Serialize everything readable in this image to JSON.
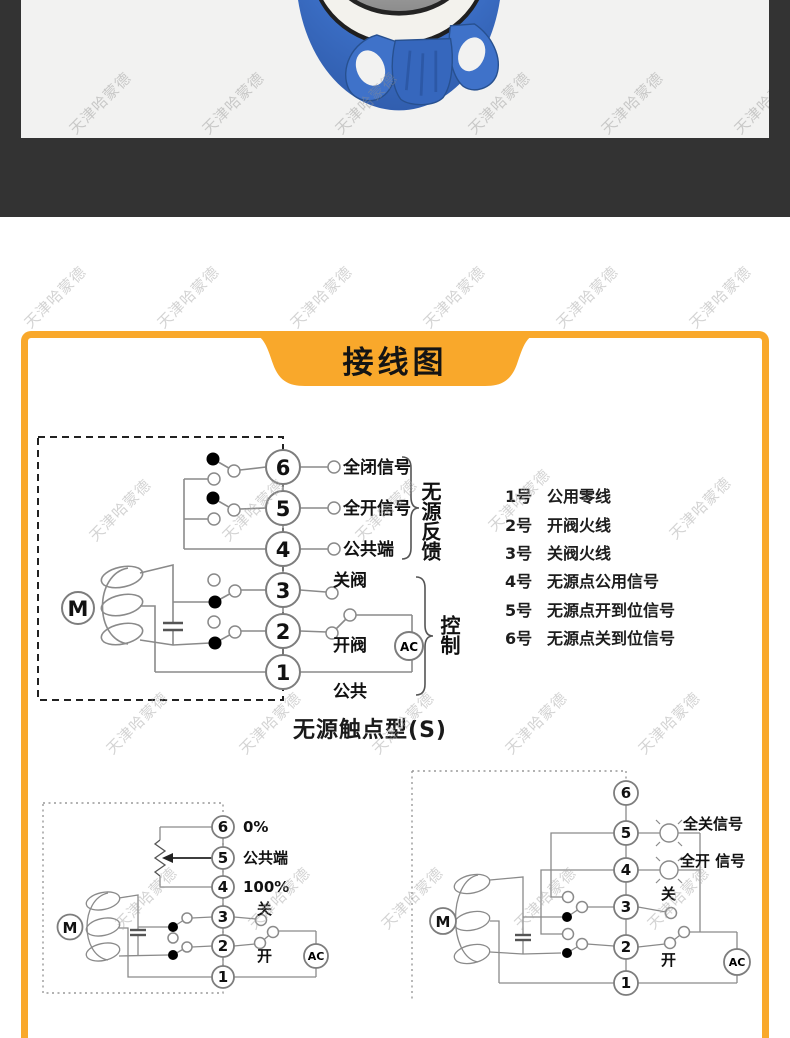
{
  "watermark": {
    "text": "天津哈蒙德"
  },
  "banner": {
    "title": "接线图"
  },
  "main_diagram": {
    "terminals": [
      "6",
      "5",
      "4",
      "3",
      "2",
      "1"
    ],
    "labels": {
      "t6": "全闭信号",
      "t5": "全开信号",
      "t4": "公共端",
      "t3": "关阀",
      "t2": "开阀",
      "t1": "公共",
      "feedback_group": "无源反馈",
      "control_group": "控制",
      "motor": "M",
      "ac": "AC"
    },
    "caption": "无源触点型(S)"
  },
  "terminal_legend": {
    "items": [
      {
        "num": "1号",
        "desc": "公用零线"
      },
      {
        "num": "2号",
        "desc": "开阀火线"
      },
      {
        "num": "3号",
        "desc": "关阀火线"
      },
      {
        "num": "4号",
        "desc": "无源点公用信号"
      },
      {
        "num": "5号",
        "desc": "无源点开到位信号"
      },
      {
        "num": "6号",
        "desc": "无源点关到位信号"
      }
    ]
  },
  "pot_diagram": {
    "terminals": [
      "6",
      "5",
      "4",
      "3",
      "2",
      "1"
    ],
    "labels": {
      "t6": "0%",
      "t5": "公共端",
      "t4": "100%",
      "t3": "关",
      "t2": "开",
      "motor": "M",
      "ac": "AC"
    }
  },
  "lamp_diagram": {
    "terminals": [
      "6",
      "5",
      "4",
      "3",
      "2",
      "1"
    ],
    "labels": {
      "t5_lamp": "全关信号",
      "t4_lamp": "全开 信号",
      "t3": "关",
      "t2": "开",
      "motor": "M",
      "ac": "AC"
    }
  },
  "colors": {
    "accent_orange": "#F9A82B",
    "dark_band": "#333333",
    "valve_blue": "#3B6EC5",
    "photo_bg": "#F2F2F1",
    "wire_gray": "#8A8A8A"
  }
}
